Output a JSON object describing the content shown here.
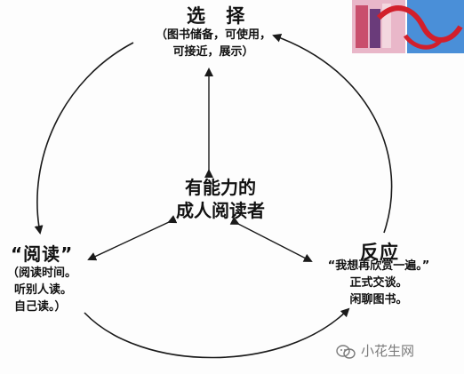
{
  "nodes": {
    "choose": {
      "title": "选 择",
      "desc_line1": "（图书储备，可使用，",
      "desc_line2": "可接近，展示）"
    },
    "center": {
      "line1": "有能力的",
      "line2": "成人阅读者"
    },
    "read": {
      "title": "“阅读”",
      "desc_line1": "（阅读时间。",
      "desc_line2": "听别人读。",
      "desc_line3": "自己读。）"
    },
    "react": {
      "title": "反应",
      "desc_line1": "“我想再欣赏一遍。”",
      "desc_line2": "正式交谈。",
      "desc_line3": "闲聊图书。"
    }
  },
  "watermark": {
    "text": "小花生网",
    "icon": "wechat-icon"
  },
  "colors": {
    "text": "#111111",
    "arrow": "#1a1a1a",
    "watermark": "#7a7a7a",
    "deco_red": "#d21f2b",
    "deco_blue": "#4a8fd8",
    "deco_pink": "#e9b7c9"
  }
}
